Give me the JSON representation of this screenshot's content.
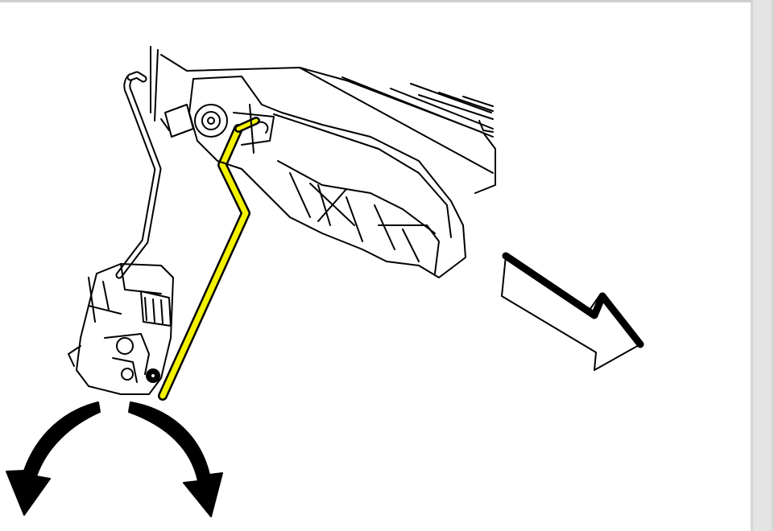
{
  "diagram": {
    "colors": {
      "line": "#000000",
      "paper": "#ffffff",
      "highlight": "#f2f200",
      "frame": "#d4d4d4"
    },
    "parts": [
      {
        "name": "door-panel-edge"
      },
      {
        "name": "lock-rod"
      },
      {
        "name": "outside-handle-rod"
      },
      {
        "name": "outside-handle-bracket"
      },
      {
        "name": "door-lock-actuator"
      }
    ],
    "arrows": [
      {
        "name": "pull-direction-arrow",
        "icon": "block-arrow-down-right"
      },
      {
        "name": "rotate-left-arrow",
        "icon": "curved-arrow-left"
      },
      {
        "name": "rotate-right-arrow",
        "icon": "curved-arrow-right"
      }
    ]
  }
}
